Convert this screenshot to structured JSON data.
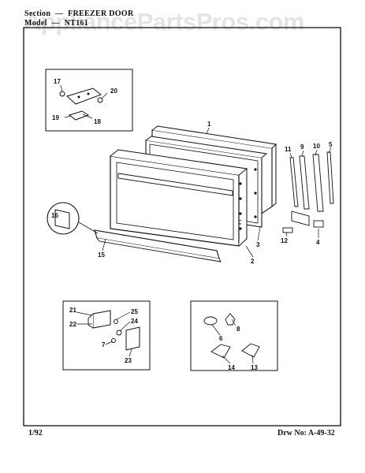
{
  "header": {
    "section_label": "Section",
    "section_value": "FREEZER DOOR",
    "model_label": "Model",
    "model_value": "NT161"
  },
  "watermark": "AppliancePartsPros.com",
  "footer": {
    "date": "1/92",
    "drawing_number": "Drw No: A-49-32"
  },
  "callouts": {
    "c1": "1",
    "c2": "2",
    "c3": "3",
    "c4": "4",
    "c5": "5",
    "c6": "6",
    "c7": "7",
    "c8": "8",
    "c9": "9",
    "c10": "10",
    "c11": "11",
    "c12": "12",
    "c13": "13",
    "c14": "14",
    "c15": "15",
    "c16": "16",
    "c17": "17",
    "c18": "18",
    "c19": "19",
    "c20": "20",
    "c21": "21",
    "c22": "22",
    "c23": "23",
    "c24": "24",
    "c25": "25"
  }
}
